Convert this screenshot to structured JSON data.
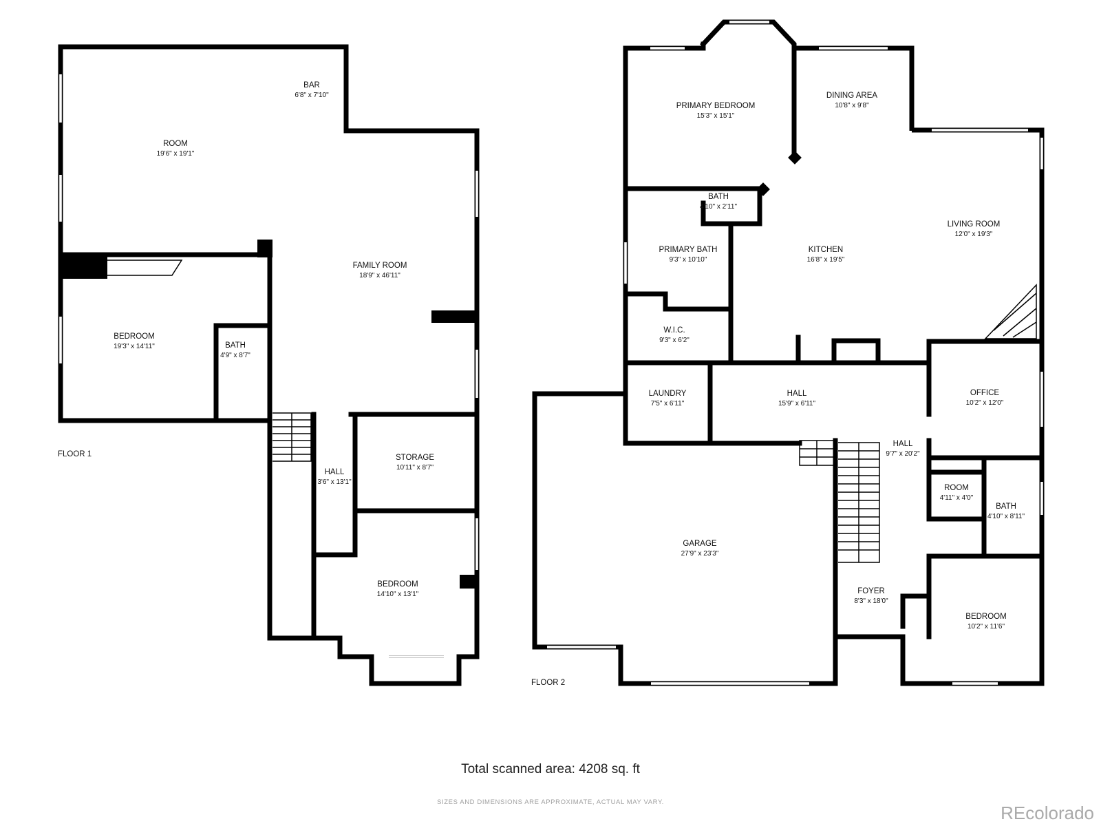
{
  "floors": [
    {
      "label": "FLOOR 1",
      "rooms": [
        {
          "name": "ROOM",
          "dims": "19'6\" x 19'1\""
        },
        {
          "name": "BAR",
          "dims": "6'8\" x 7'10\""
        },
        {
          "name": "FAMILY ROOM",
          "dims": "18'9\" x 46'11\""
        },
        {
          "name": "BEDROOM",
          "dims": "19'3\" x 14'11\""
        },
        {
          "name": "BATH",
          "dims": "4'9\" x 8'7\""
        },
        {
          "name": "STORAGE",
          "dims": "10'11\" x 8'7\""
        },
        {
          "name": "HALL",
          "dims": "3'6\" x 13'1\""
        },
        {
          "name": "BEDROOM",
          "dims": "14'10\" x 13'1\""
        }
      ]
    },
    {
      "label": "FLOOR 2",
      "rooms": [
        {
          "name": "PRIMARY BEDROOM",
          "dims": "15'3\" x 15'1\""
        },
        {
          "name": "DINING AREA",
          "dims": "10'8\" x 9'8\""
        },
        {
          "name": "BATH",
          "dims": "4'10\" x 2'11\""
        },
        {
          "name": "LIVING ROOM",
          "dims": "12'0\" x 19'3\""
        },
        {
          "name": "PRIMARY BATH",
          "dims": "9'3\" x 10'10\""
        },
        {
          "name": "KITCHEN",
          "dims": "16'8\" x 19'5\""
        },
        {
          "name": "W.I.C.",
          "dims": "9'3\" x 6'2\""
        },
        {
          "name": "LAUNDRY",
          "dims": "7'5\" x 6'11\""
        },
        {
          "name": "HALL",
          "dims": "15'9\" x 6'11\""
        },
        {
          "name": "OFFICE",
          "dims": "10'2\" x 12'0\""
        },
        {
          "name": "HALL",
          "dims": "9'7\" x 20'2\""
        },
        {
          "name": "ROOM",
          "dims": "4'11\" x 4'0\""
        },
        {
          "name": "BATH",
          "dims": "4'10\" x 8'11\""
        },
        {
          "name": "GARAGE",
          "dims": "27'9\" x 23'3\""
        },
        {
          "name": "FOYER",
          "dims": "8'3\" x 18'0\""
        },
        {
          "name": "BEDROOM",
          "dims": "10'2\" x 11'6\""
        }
      ]
    }
  ],
  "total_area": "Total scanned area: 4208 sq. ft",
  "disclaimer": "SIZES AND DIMENSIONS ARE APPROXIMATE, ACTUAL MAY VARY.",
  "brand": "REcolorado",
  "colors": {
    "wall": "#000000",
    "window": "#c7c7c7",
    "brand": "#aaaaaa"
  }
}
